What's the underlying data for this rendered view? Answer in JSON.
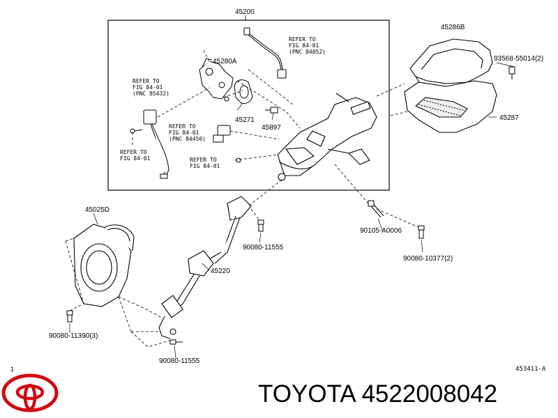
{
  "labels": {
    "assembly_main": "45200",
    "bracket_a": "45280A",
    "cover_upper": "45286B",
    "screw_upper": "93568-55014(2)",
    "cover_lower": "45287",
    "part_45271": "45271",
    "part_45897": "45897",
    "boot": "45025D",
    "shaft": "45220",
    "bolt_a": "90105-A0006",
    "bolt_b": "90080-11555",
    "bolt_c": "90080-10377(2)",
    "bolt_d": "90080-11390(3)",
    "bolt_e": "90080-11555"
  },
  "refs": {
    "ref1": [
      "REFER TO",
      "FIG 84-01",
      "(PNC 84052)"
    ],
    "ref2": [
      "REFER TO",
      "FIG 84-01",
      "(PNC 85432)"
    ],
    "ref3": [
      "REFER TO",
      "FIG 84-01",
      "(PNC 84450)"
    ],
    "ref4": [
      "REFER TO",
      "FIG 84-01"
    ],
    "ref5": [
      "REFER TO",
      "FIG 84-01"
    ]
  },
  "footer": {
    "page_marker": "1",
    "diagram_code": "453411-A",
    "brand_line": "TOYOTA 4522008042"
  },
  "colors": {
    "logo_red": "#d10a11",
    "ink": "#000000"
  }
}
